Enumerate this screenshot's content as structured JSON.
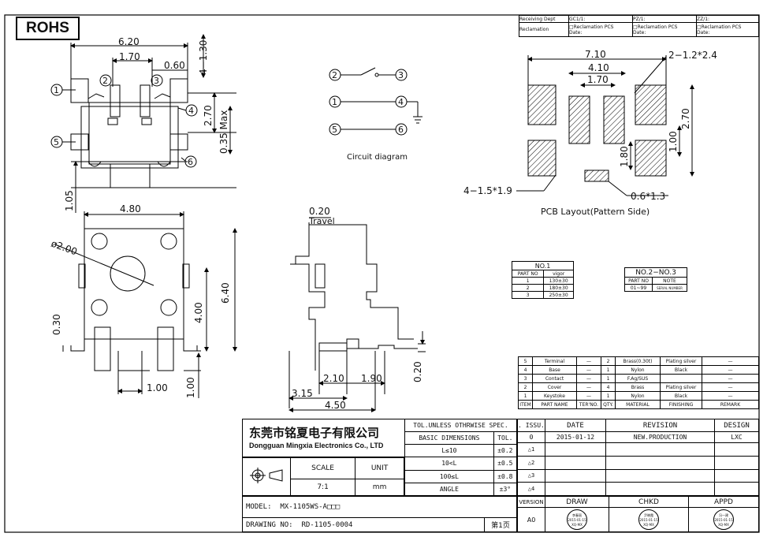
{
  "rohs": "ROHS",
  "header": {
    "receiving_dept": "Receiving Dept",
    "gc": "GC1/1:",
    "pz": "PZ/1:",
    "zz": "ZZ/1:",
    "reclamation": "Reclamation",
    "recl_pcs": "□Reclamation  PCS",
    "date": "Date:"
  },
  "dims_front": {
    "w620": "6.20",
    "w170": "1.70",
    "w060": "0.60",
    "h130": "4−1.30",
    "h270": "2.70",
    "h035": "0.35 Max",
    "h105": "1.05",
    "p1": "1",
    "p2": "2",
    "p3": "3",
    "p4": "4",
    "p5": "5",
    "p6": "6"
  },
  "circuit": {
    "caption": "Circuit diagram",
    "n1": "1",
    "n2": "2",
    "n3": "3",
    "n4": "4",
    "n5": "5",
    "n6": "6"
  },
  "pcb": {
    "w710": "7.10",
    "w410": "4.10",
    "w170": "1.70",
    "hole": "2−1.2*2.4",
    "pad": "4−1.5*1.9",
    "small": "0.6*1.3",
    "h270": "2.70",
    "h100": "1.00",
    "h180": "1.80",
    "caption": "PCB Layout(Pattern Side)"
  },
  "dims_top": {
    "w480": "4.80",
    "dia": "ø2.00",
    "h640": "6.40",
    "h400": "4.00",
    "h030": "0.30",
    "w100": "1.00",
    "h100": "1.00"
  },
  "dims_side": {
    "travel_val": "0.20",
    "travel": "Travel",
    "w210": "2.10",
    "w190": "1.90",
    "w315": "3.15",
    "w450": "4.50",
    "h020": "0.20"
  },
  "no1": {
    "title": "NO.1",
    "headers": [
      "PART NO",
      "vigor"
    ],
    "rows": [
      [
        "1",
        "130±30"
      ],
      [
        "2",
        "180±30"
      ],
      [
        "3",
        "250±30"
      ]
    ]
  },
  "no2": {
    "title": "NO.2−NO.3",
    "headers": [
      "PART NO",
      "NOTE"
    ],
    "rows": [
      [
        "01~99",
        "SERIAL NUMBER"
      ]
    ]
  },
  "bom": {
    "rows": [
      [
        "5",
        "Terminal",
        "—",
        "2",
        "Brass(0.30t)",
        "Plating silver",
        "—"
      ],
      [
        "4",
        "Base",
        "—",
        "1",
        "Nylon",
        "Black",
        "—"
      ],
      [
        "3",
        "Contact",
        "—",
        "1",
        "F.Ag/SUS",
        "",
        "—"
      ],
      [
        "2",
        "Cover",
        "—",
        "4",
        "Brass",
        "Plating silver",
        "—"
      ],
      [
        "1",
        "Keystoke",
        "—",
        "1",
        "Nylon",
        "Black",
        "—"
      ]
    ],
    "headers": [
      "ITEM",
      "PART NAME",
      "TER'NO.",
      "QTY.",
      "MATERIAL",
      "FINISHING",
      "REMARK"
    ]
  },
  "title_block": {
    "company_cn": "东莞市铭夏电子有限公司",
    "company_en": "Dongguan Mingxia Electronics Co., LTD",
    "tol_header": "TOL.UNLESS OTHRWISE SPEC.",
    "basic_dim": "BASIC DIMENSIONS",
    "tol": "TOL.",
    "tol_rows": [
      [
        "L≤10",
        "±0.2"
      ],
      [
        "10<L",
        "±0.5"
      ],
      [
        "100≤L",
        "±0.8"
      ],
      [
        "ANGLE",
        "±3°"
      ]
    ],
    "scale_label": "SCALE",
    "unit_label": "UNIT",
    "scale": "7:1",
    "unit": "mm",
    "issu": ". ISSU.",
    "date_h": "DATE",
    "revision_h": "REVISION",
    "design_h": "DESIGN",
    "issu_val": "0",
    "date_val": "2015-01-12",
    "revision_val": "NEW.PRODUCTION",
    "design_val": "LXC",
    "tri": [
      "1",
      "2",
      "3",
      "4"
    ],
    "version_h": "VERSION",
    "version_val": "A0",
    "draw": "DRAW",
    "chkd": "CHKD",
    "appd": "APPD",
    "model_label": "MODEL:",
    "model": "MX-1105WS-A□□□",
    "drawing_label": "DRAWING NO:",
    "drawing": "RD-1105-0004",
    "page": "第1页",
    "stamps": [
      {
        "name": "李春丽",
        "date": "2015-01-15",
        "code": "XQ-MX"
      },
      {
        "name": "尹晓霞",
        "date": "2015-01-15",
        "code": "XQ-MX"
      },
      {
        "name": "冯一建",
        "date": "2015-01-15",
        "code": "XQ-MX"
      }
    ]
  }
}
